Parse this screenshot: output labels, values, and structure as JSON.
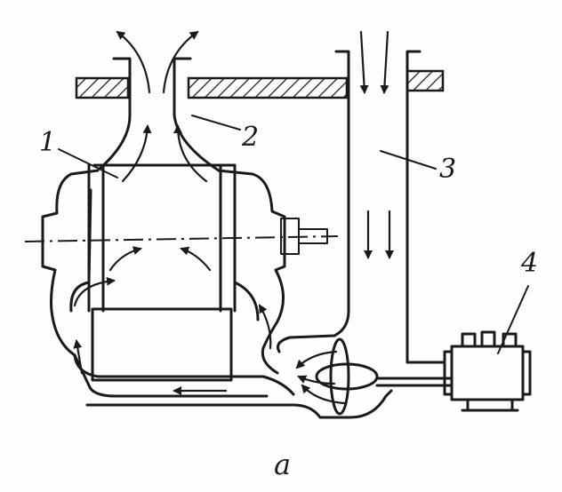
{
  "labels": {
    "part1": "1",
    "part2": "2",
    "part3": "3",
    "part4": "4"
  },
  "caption": "a",
  "colors": {
    "ink": "#1a1a1a",
    "paper": "#fdfdfd"
  }
}
